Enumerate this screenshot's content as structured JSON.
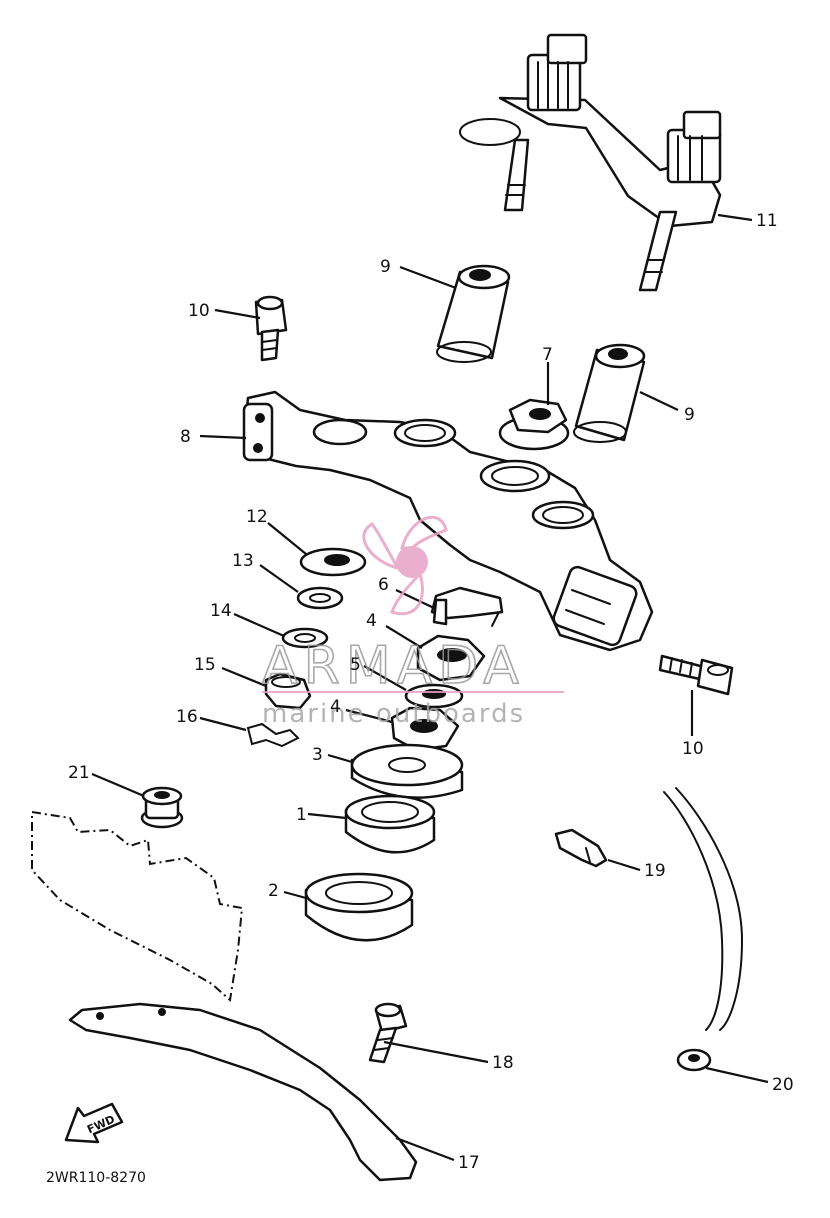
{
  "diagram_code": "2WR110-8270",
  "watermark": {
    "title": "ARMADA",
    "subtitle": "marine outboards",
    "colors": {
      "logo": "#e7a2c6",
      "text": "#9a9a9a"
    }
  },
  "fwd_label": "FWD",
  "callouts": {
    "c1": "1",
    "c2": "2",
    "c3": "3",
    "c4a": "4",
    "c4b": "4",
    "c5": "5",
    "c6": "6",
    "c7": "7",
    "c8": "8",
    "c9a": "9",
    "c9b": "9",
    "c10a": "10",
    "c10b": "10",
    "c11": "11",
    "c12": "12",
    "c13": "13",
    "c14": "14",
    "c15": "15",
    "c16": "16",
    "c17": "17",
    "c18": "18",
    "c19": "19",
    "c20": "20",
    "c21": "21"
  }
}
